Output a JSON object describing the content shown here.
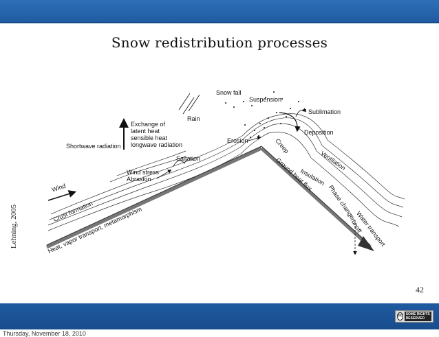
{
  "slide": {
    "title": "Snow redistribution processes",
    "citation": "Lehning, 2005",
    "page_number": "42",
    "date": "Thursday, November 18, 2010",
    "cc_badge": "SOME RIGHTS RESERVED"
  },
  "colors": {
    "header_bar": "#2565ad",
    "footer_bar": "#1f5aa0"
  },
  "diagram": {
    "labels": {
      "snow_fall": "Snow fall",
      "suspension": "Suspension",
      "sublimation": "Sublimation",
      "deposition": "Deposition",
      "erosion": "Erosion",
      "rain": "Rain",
      "exchange_l1": "Exchange of",
      "exchange_l2": "latent heat",
      "exchange_l3": "sensible heat",
      "exchange_l4": "longwave radiation",
      "shortwave": "Shortwave radiation",
      "saltation": "Saltation",
      "wind_stress_l1": "Wind stress",
      "wind_stress_l2": "Abrasion",
      "wind": "Wind",
      "crust": "Crust formation",
      "heat_vapor": "Heat, vapor transport, metamorphism",
      "creep": "Creep",
      "ground_heat": "Ground heat flux",
      "insulation": "Insulation",
      "ventilation": "Ventilation",
      "phase_change": "Phase change",
      "water_l1": "Water transport",
      "water_l2": "runoff"
    }
  }
}
